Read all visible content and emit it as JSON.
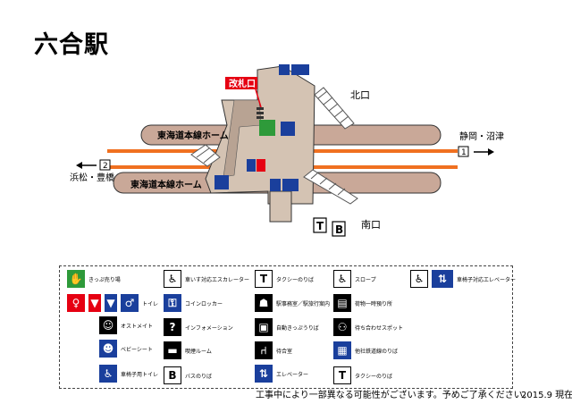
{
  "title": "六合駅",
  "map": {
    "ticket_gate": "改札口",
    "north_exit": "北口",
    "south_exit": "南口",
    "platform_upper": "東海道本線ホーム",
    "platform_lower": "東海道本線ホーム",
    "track_right_number": "1",
    "track_right_dest": "静岡・沼津",
    "track_left_number": "2",
    "track_left_dest": "浜松・豊橋",
    "taxi_letter": "T",
    "bus_letter": "B"
  },
  "legend": {
    "ticket_office": "きっぷ売り場",
    "wheelchair_escalator": "車いす対応エスカレーター",
    "taxi": "タクシーのりば",
    "slope": "スロープ",
    "wheelchair_elevator": "車椅子対応エレベーター",
    "toilet": "トイレ",
    "coin_locker": "コインロッカー",
    "station_office": "駅事務室／駅旅行案内",
    "baggage": "荷物一時預り所",
    "ostomate": "オストメイト",
    "information": "インフォメーション",
    "ticket_machine": "自動きっぷうりば",
    "meeting_spot": "待ち合わせスポット",
    "baby_seat": "ベビーシート",
    "smoking_room": "喫煙ルーム",
    "waiting_room": "待合室",
    "other_lines": "他社鉄道線のりば",
    "accessible_toilet": "車椅子用トイレ",
    "bus": "バスのりば",
    "elevator": "エレベーター",
    "taxi2": "タクシーのりば",
    "bus_letter": "B",
    "taxi_letter": "T"
  },
  "footer": {
    "note": "工事中により一部異なる可能性がございます。予めご了承ください。",
    "date": "2015.9 現在"
  },
  "colors": {
    "platform": "#c9a898",
    "concourse": "#d4c3b3",
    "track": "#f07020",
    "gate_red": "#e60012",
    "blue": "#1a3f9c",
    "green": "#2e9a3a"
  }
}
